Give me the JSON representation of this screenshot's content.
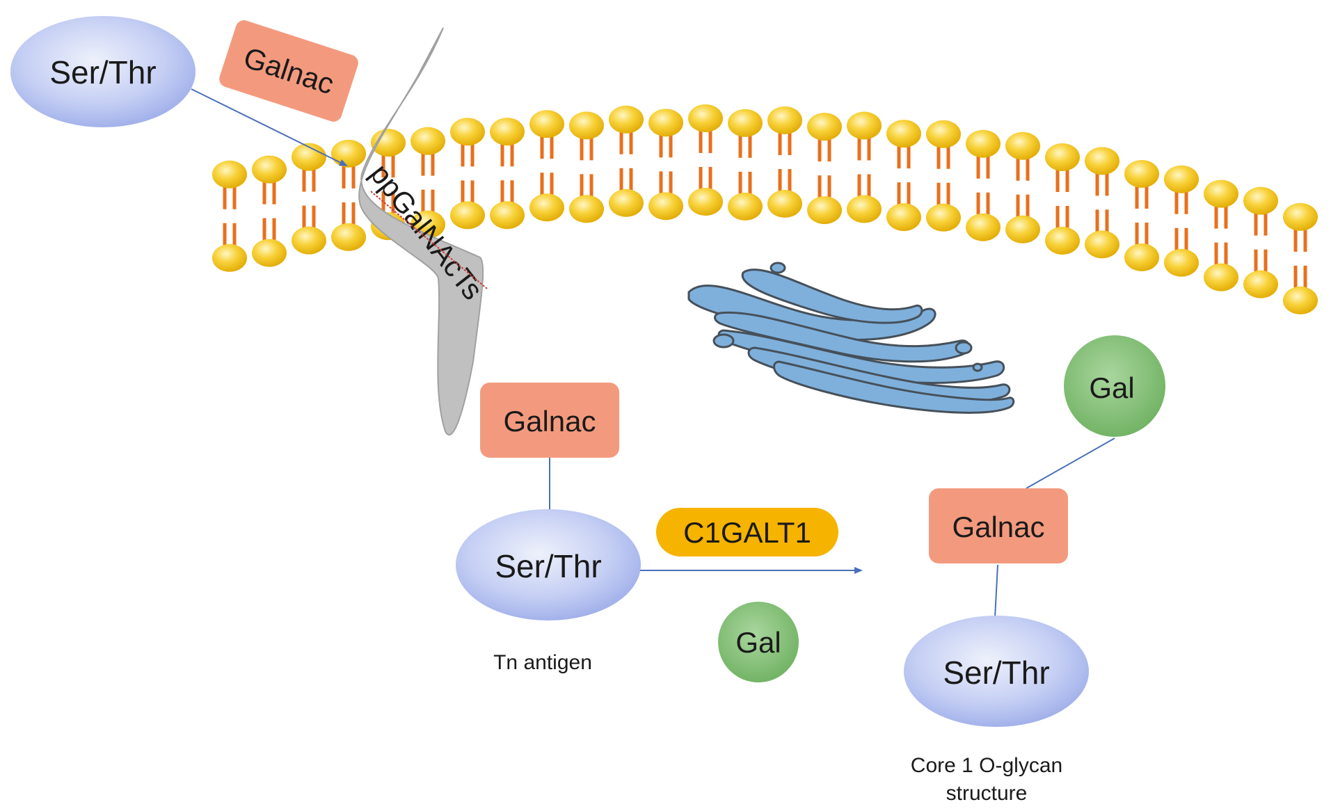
{
  "colors": {
    "ser_thr_fill": "#aab8ef",
    "galnac_fill": "#f39a7e",
    "gal_fill": "#86c27a",
    "c1galt1_fill": "#f6b300",
    "lipid_head": "#f5c518",
    "lipid_tail": "#e8701e",
    "enzyme_grey": "#bdbdbd",
    "golgi_blue": "#6f9fd0",
    "arrow": "#4a6fb8"
  },
  "icons": {
    "membrane": "lipid-bilayer-icon",
    "golgi": "golgi-apparatus-icon",
    "enzyme": "ppgalnacts-enzyme-icon"
  },
  "labels": {
    "ser_thr_top": "Ser/Thr",
    "galnac_top": "Galnac",
    "enzyme": "ppGalNAcTs",
    "galnac_tn": "Galnac",
    "ser_thr_tn": "Ser/Thr",
    "tn_caption": "Tn antigen",
    "c1galt1": "C1GALT1",
    "gal_mid": "Gal",
    "gal_core": "Gal",
    "galnac_core": "Galnac",
    "ser_thr_core": "Ser/Thr",
    "core_caption_line1": "Core 1 O-glycan",
    "core_caption_line2": "structure"
  }
}
